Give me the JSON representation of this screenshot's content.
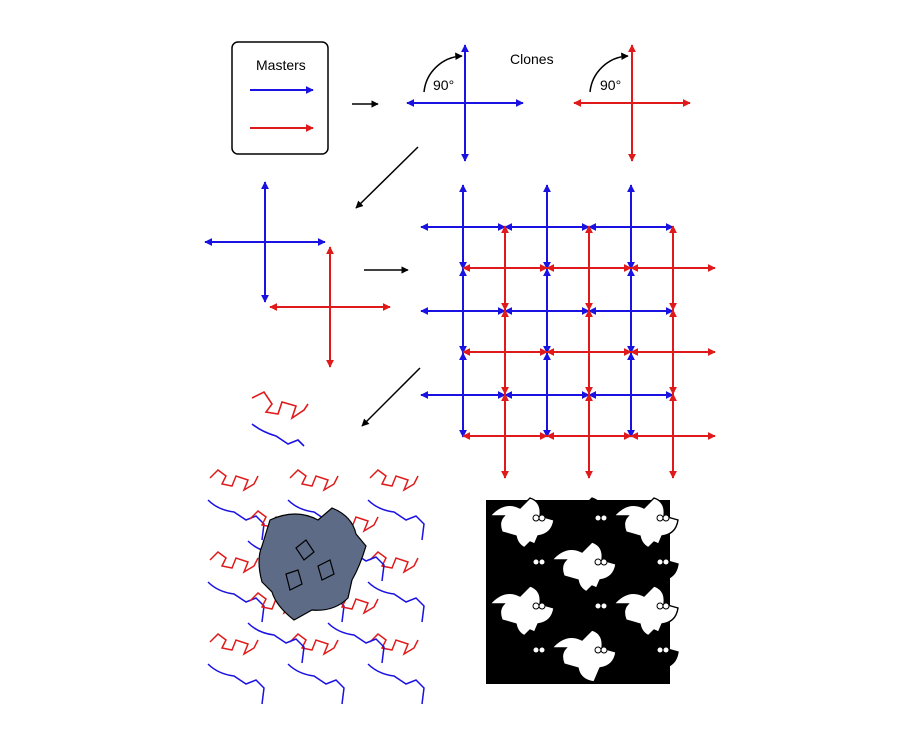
{
  "diagram": {
    "masters_label": "Masters",
    "clones_label": "Clones",
    "angle_label_1": "90°",
    "angle_label_2": "90°"
  },
  "colors": {
    "blue": "#1a12e0",
    "red": "#e01a1a",
    "black": "#000000",
    "fill_gray": "#5d6b86"
  },
  "icons": {
    "arrow": "arrow-icon",
    "rotation_arc": "rotation-arc-icon",
    "lizard": "lizard-tile-icon"
  }
}
